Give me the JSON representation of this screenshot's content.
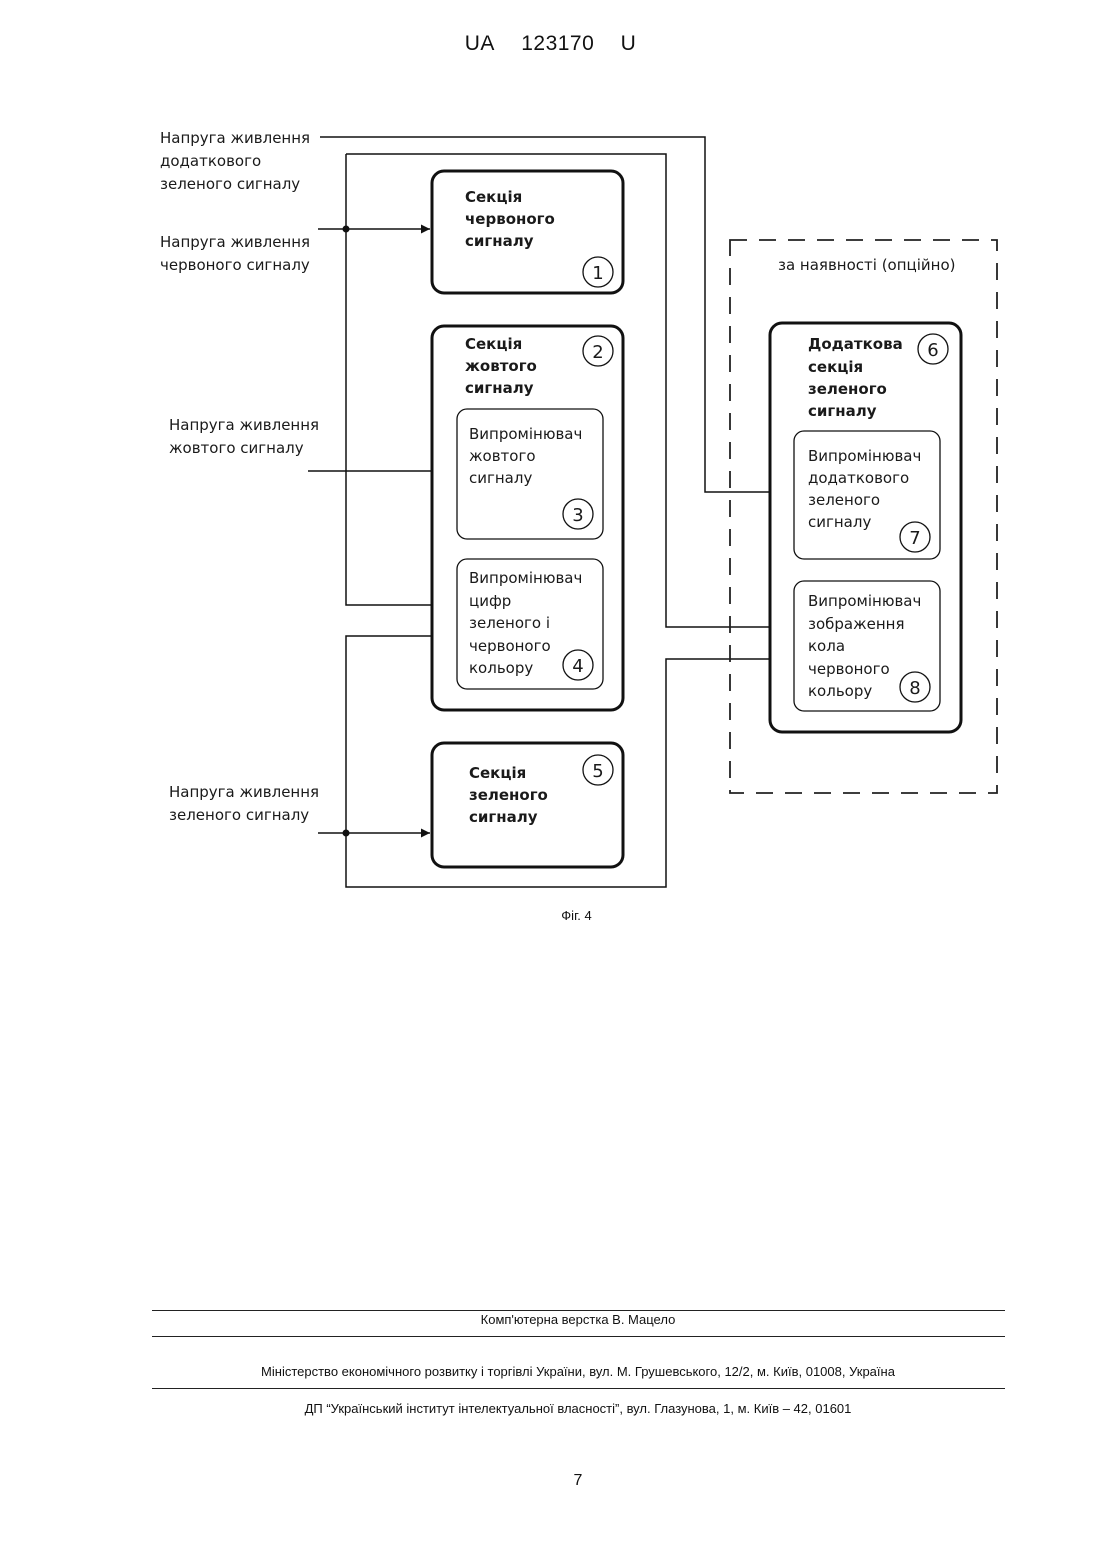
{
  "header": {
    "country": "UA",
    "number": "123170",
    "kind": "U"
  },
  "inputs": {
    "extra_green": [
      "Напруга живлення",
      "додаткового",
      "зеленого сигналу"
    ],
    "red": [
      "Напруга живлення",
      "червоного сигналу"
    ],
    "yellow": [
      "Напруга живлення",
      "жовтого сигналу"
    ],
    "green": [
      "Напруга живлення",
      "зеленого сигналу"
    ]
  },
  "blocks": {
    "b1": {
      "lines": [
        "Секція",
        "червоного",
        "сигналу"
      ],
      "num": "1"
    },
    "b2": {
      "lines": [
        "Секція",
        "жовтого",
        "сигналу"
      ],
      "num": "2"
    },
    "b3": {
      "lines": [
        "Випромінювач",
        "жовтого",
        "сигналу"
      ],
      "num": "3"
    },
    "b4": {
      "lines": [
        "Випромінювач",
        "цифр",
        "зеленого і",
        "червоного",
        "кольору"
      ],
      "num": "4"
    },
    "b5": {
      "lines": [
        "Секція",
        "зеленого",
        "сигналу"
      ],
      "num": "5"
    },
    "b6": {
      "lines": [
        "Додаткова",
        "секція",
        "зеленого",
        "сигналу"
      ],
      "num": "6"
    },
    "b7": {
      "lines": [
        "Випромінювач",
        "додаткового",
        "зеленого",
        "сигналу"
      ],
      "num": "7"
    },
    "b8": {
      "lines": [
        "Випромінювач",
        "зображення",
        "кола",
        "червоного",
        "кольору"
      ],
      "num": "8"
    }
  },
  "optional_label": "за наявності (опційно)",
  "caption": "Фіг. 4",
  "footer": {
    "layout": "Комп'ютерна верстка В. Мацело",
    "ministry": "Міністерство економічного розвитку і торгівлі України, вул. М. Грушевського, 12/2, м. Київ, 01008, Україна",
    "institute": "ДП “Український інститут інтелектуальної власності”, вул. Глазунова, 1, м. Київ – 42, 01601"
  },
  "page_number": "7"
}
